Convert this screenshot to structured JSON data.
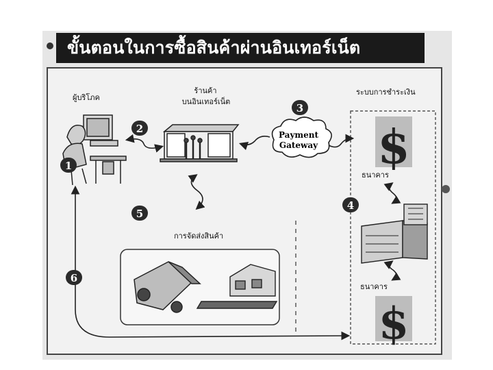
{
  "title": "ขั้นตอนในการซื้อสินค้าผ่านอินเทอร์เน็ต",
  "labels": {
    "consumer": "ผู้บริโภค",
    "store_line1": "ร้านค้า",
    "store_line2": "บนอินเทอร์เน็ต",
    "payment_system": "ระบบการชำระเงิน",
    "gateway_line1": "Payment",
    "gateway_line2": "Gateway",
    "bank_top": "ธนาคาร",
    "bank_bottom": "ธนาคาร",
    "delivery": "การจัดส่งสินค้า"
  },
  "steps": [
    "1",
    "2",
    "3",
    "4",
    "5",
    "6"
  ],
  "icons": {
    "dollar": "$"
  }
}
